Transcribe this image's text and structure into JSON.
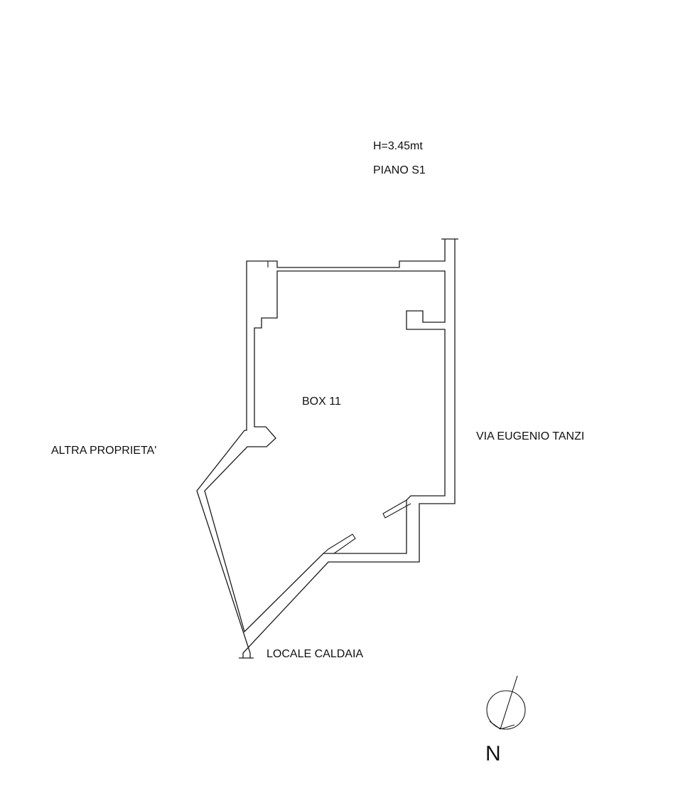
{
  "plan": {
    "height_note": "H=3.45mt",
    "floor": "PIANO S1",
    "room_label": "BOX 11",
    "west_neighbor": "ALTRA PROPRIETA'",
    "east_street": "VIA EUGENIO TANZI",
    "south_room": "LOCALE CALDAIA"
  },
  "north_arrow": {
    "letter": "N"
  },
  "colors": {
    "line": "#1a1a1a",
    "background": "#ffffff"
  }
}
